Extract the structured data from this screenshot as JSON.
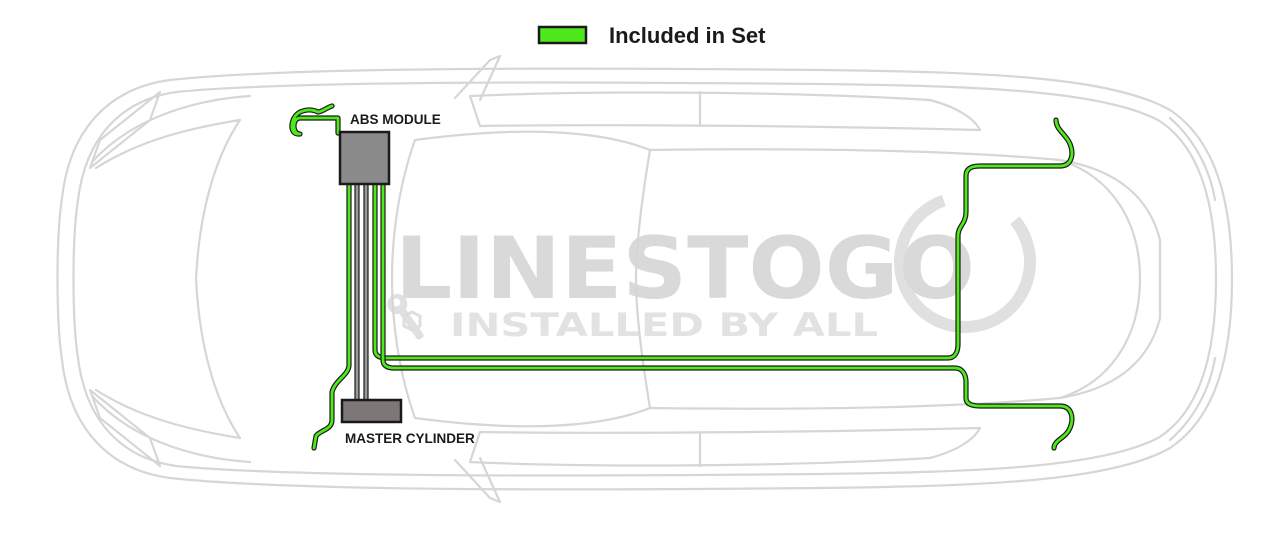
{
  "legend": {
    "label": "Included in Set",
    "swatch_color": "#4fe81b"
  },
  "components": {
    "abs_module": {
      "label": "ABS MODULE",
      "color": "#8a8a8a"
    },
    "master_cylinder": {
      "label": "MASTER CYLINDER",
      "color": "#7e7777"
    }
  },
  "watermark": {
    "brand": "LINESTOGO",
    "tagline": "INSTALLED BY ALL",
    "logo_icon": "wrench-icon",
    "color": "#d9d9d9"
  },
  "colors": {
    "brake_line_included": "#4fe81b",
    "brake_line_outline": "#1a1a1a",
    "vehicle_outline": "#d6d6d6"
  }
}
